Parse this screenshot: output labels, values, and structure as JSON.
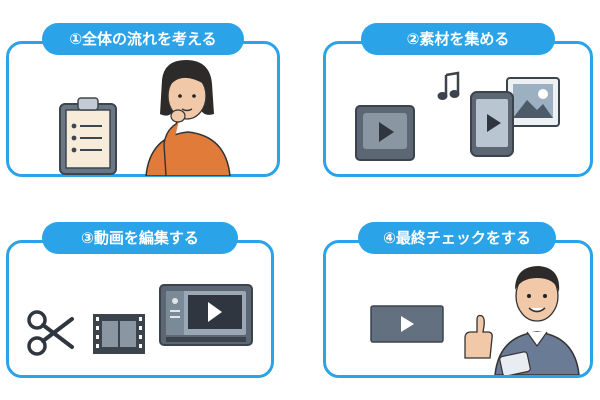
{
  "steps": [
    {
      "label": "①全体の流れを考える",
      "icons": [
        "clipboard-icon",
        "woman-thinking-illustration"
      ]
    },
    {
      "label": "②素材を集める",
      "icons": [
        "video-file-icon",
        "music-note-icon",
        "smartphone-play-icon",
        "photo-icon"
      ]
    },
    {
      "label": "③動画を編集する",
      "icons": [
        "scissors-icon",
        "film-strip-icon",
        "video-editor-screen-icon"
      ]
    },
    {
      "label": "④最終チェックをする",
      "icons": [
        "video-player-icon",
        "man-thumbs-up-illustration"
      ]
    }
  ],
  "colors": {
    "accent": "#2ba3e8",
    "icon_dark": "#4a5563",
    "icon_mid": "#7b8a97",
    "skin": "#f2c9a8",
    "woman_shirt": "#e07b3a",
    "man_shirt": "#6a7b95"
  }
}
